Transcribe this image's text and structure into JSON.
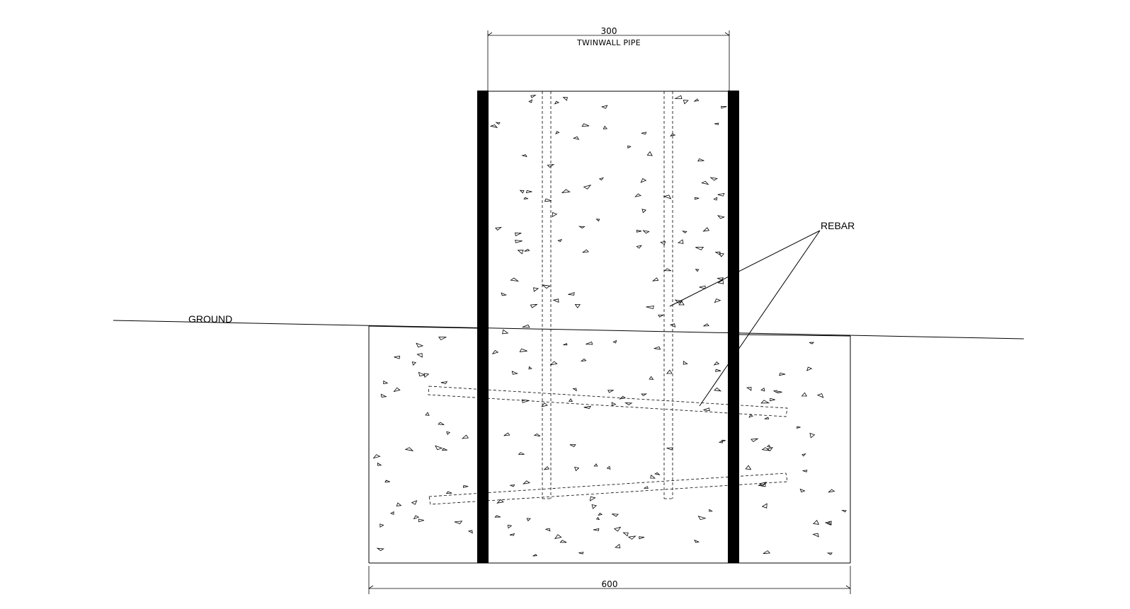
{
  "labels": {
    "pipe_width": "300",
    "pipe_name": "TWINWALL PIPE",
    "base_width": "600",
    "ground": "GROUND",
    "rebar": "REBAR"
  }
}
